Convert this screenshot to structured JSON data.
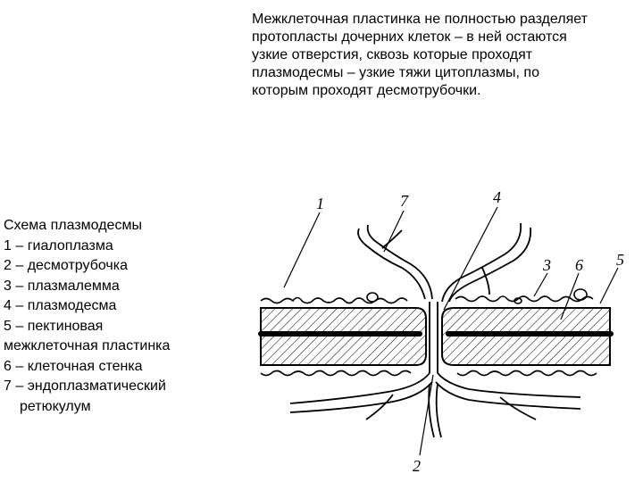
{
  "description": "Межклеточная пластинка не полностью разделяет\nпротопласты дочерних клеток – в ней остаются\nузкие отверстия, сквозь которые проходят\nплазмодесмы – узкие тяжи цитоплазмы, по\nкоторым проходят десмотрубочки.",
  "legend": {
    "title": "Схема плазмодесмы",
    "items": [
      {
        "text": "1 – гиалоплазма"
      },
      {
        "text": "2 – десмотрубочка"
      },
      {
        "text": "3 – плазмалемма"
      },
      {
        "text": "4 – плазмодесма"
      },
      {
        "text": "5 – пектиновая"
      },
      {
        "text": "межклеточная пластинка"
      },
      {
        "text": "6 – клеточная стенка"
      },
      {
        "text": "7 – эндоплазматический"
      },
      {
        "text": "ретюкулум",
        "indent": true
      }
    ]
  },
  "diagram": {
    "labels": {
      "l1": "1",
      "l2": "2",
      "l3": "3",
      "l4": "4",
      "l5": "5",
      "l6": "6",
      "l7": "7"
    }
  }
}
